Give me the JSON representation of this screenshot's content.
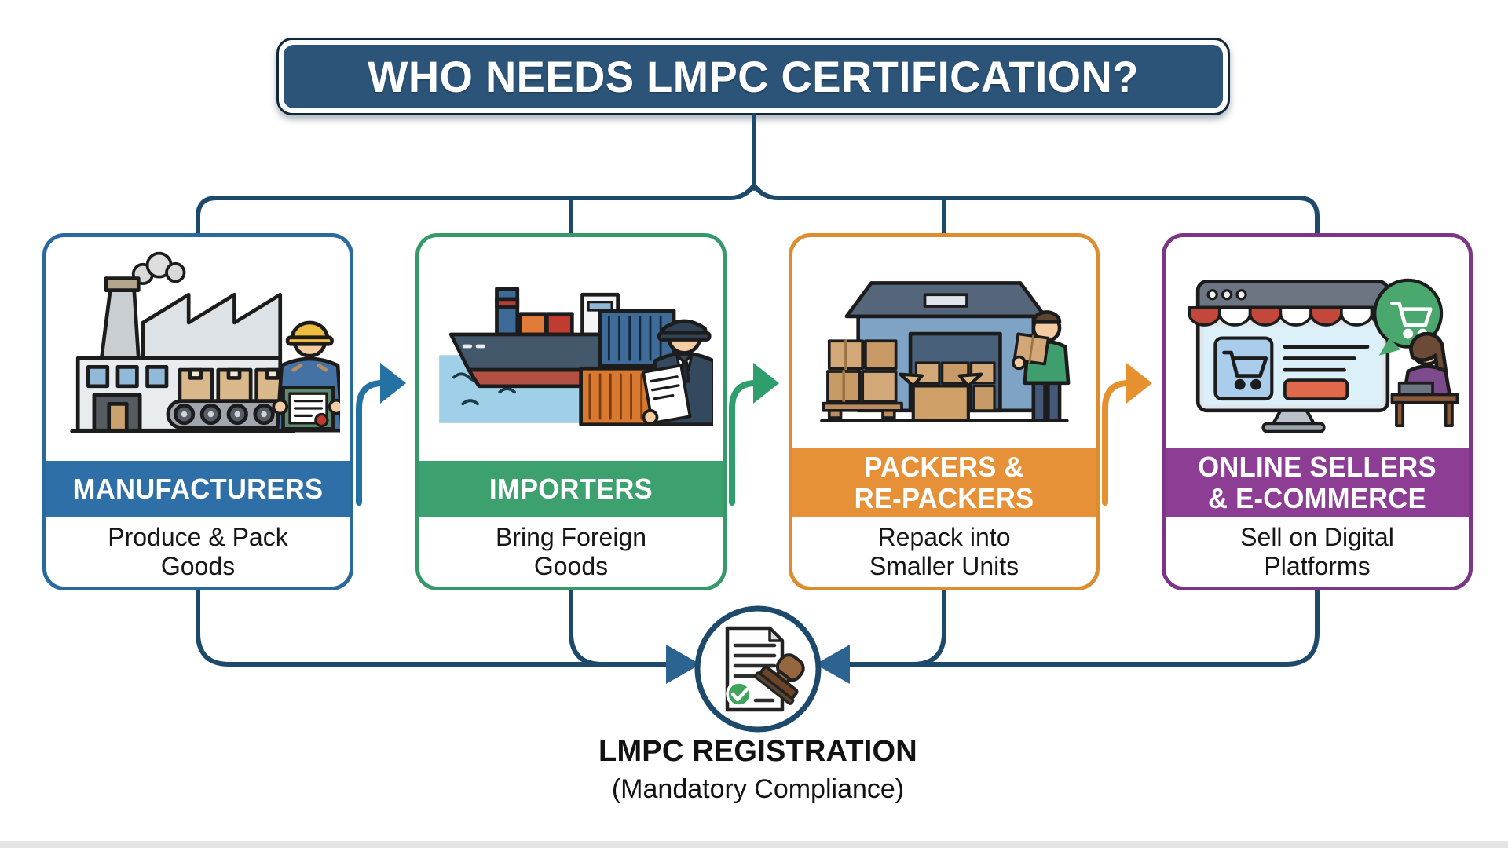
{
  "title_banner": {
    "text": "WHO NEEDS LMPC CERTIFICATION?",
    "fill_color": "#2b5478",
    "outline_color": "#10293a"
  },
  "cards": [
    {
      "id": "manufacturers",
      "title_lines": [
        "MANUFACTURERS"
      ],
      "description_lines": [
        "Produce & Pack",
        "Goods"
      ],
      "band_color": "#2d6fa6",
      "border_color": "#2a699e",
      "arrow_to_next_color": "#2471a3",
      "illustration": "factory-with-certified-worker"
    },
    {
      "id": "importers",
      "title_lines": [
        "IMPORTERS"
      ],
      "description_lines": [
        "Bring Foreign",
        "Goods"
      ],
      "band_color": "#3da06f",
      "border_color": "#35996a",
      "arrow_to_next_color": "#2f9e6d",
      "illustration": "cargo-ship-with-customs-officer"
    },
    {
      "id": "packers-re-packers",
      "title_lines": [
        "PACKERS &",
        "RE-PACKERS"
      ],
      "description_lines": [
        "Repack into",
        "Smaller Units"
      ],
      "band_color": "#e69138",
      "border_color": "#dd8c2e",
      "arrow_to_next_color": "#e6912f",
      "illustration": "warehouse-boxes-worker"
    },
    {
      "id": "online-sellers-ecommerce",
      "title_lines": [
        "ONLINE SELLERS",
        "& E-COMMERCE"
      ],
      "description_lines": [
        "Sell on Digital",
        "Platforms"
      ],
      "band_color": "#8e3d94",
      "border_color": "#7c3587",
      "arrow_to_next_color": null,
      "illustration": "ecommerce-storefront-seller"
    }
  ],
  "registration": {
    "title": "LMPC REGISTRATION",
    "subtitle": "(Mandatory Compliance)",
    "icon": "certificate-stamp-icon"
  },
  "connectors": {
    "line_color": "#1d4a6b",
    "arrowhead_color": "#2d6391"
  },
  "footer_strip_color": "#e4e4e4"
}
